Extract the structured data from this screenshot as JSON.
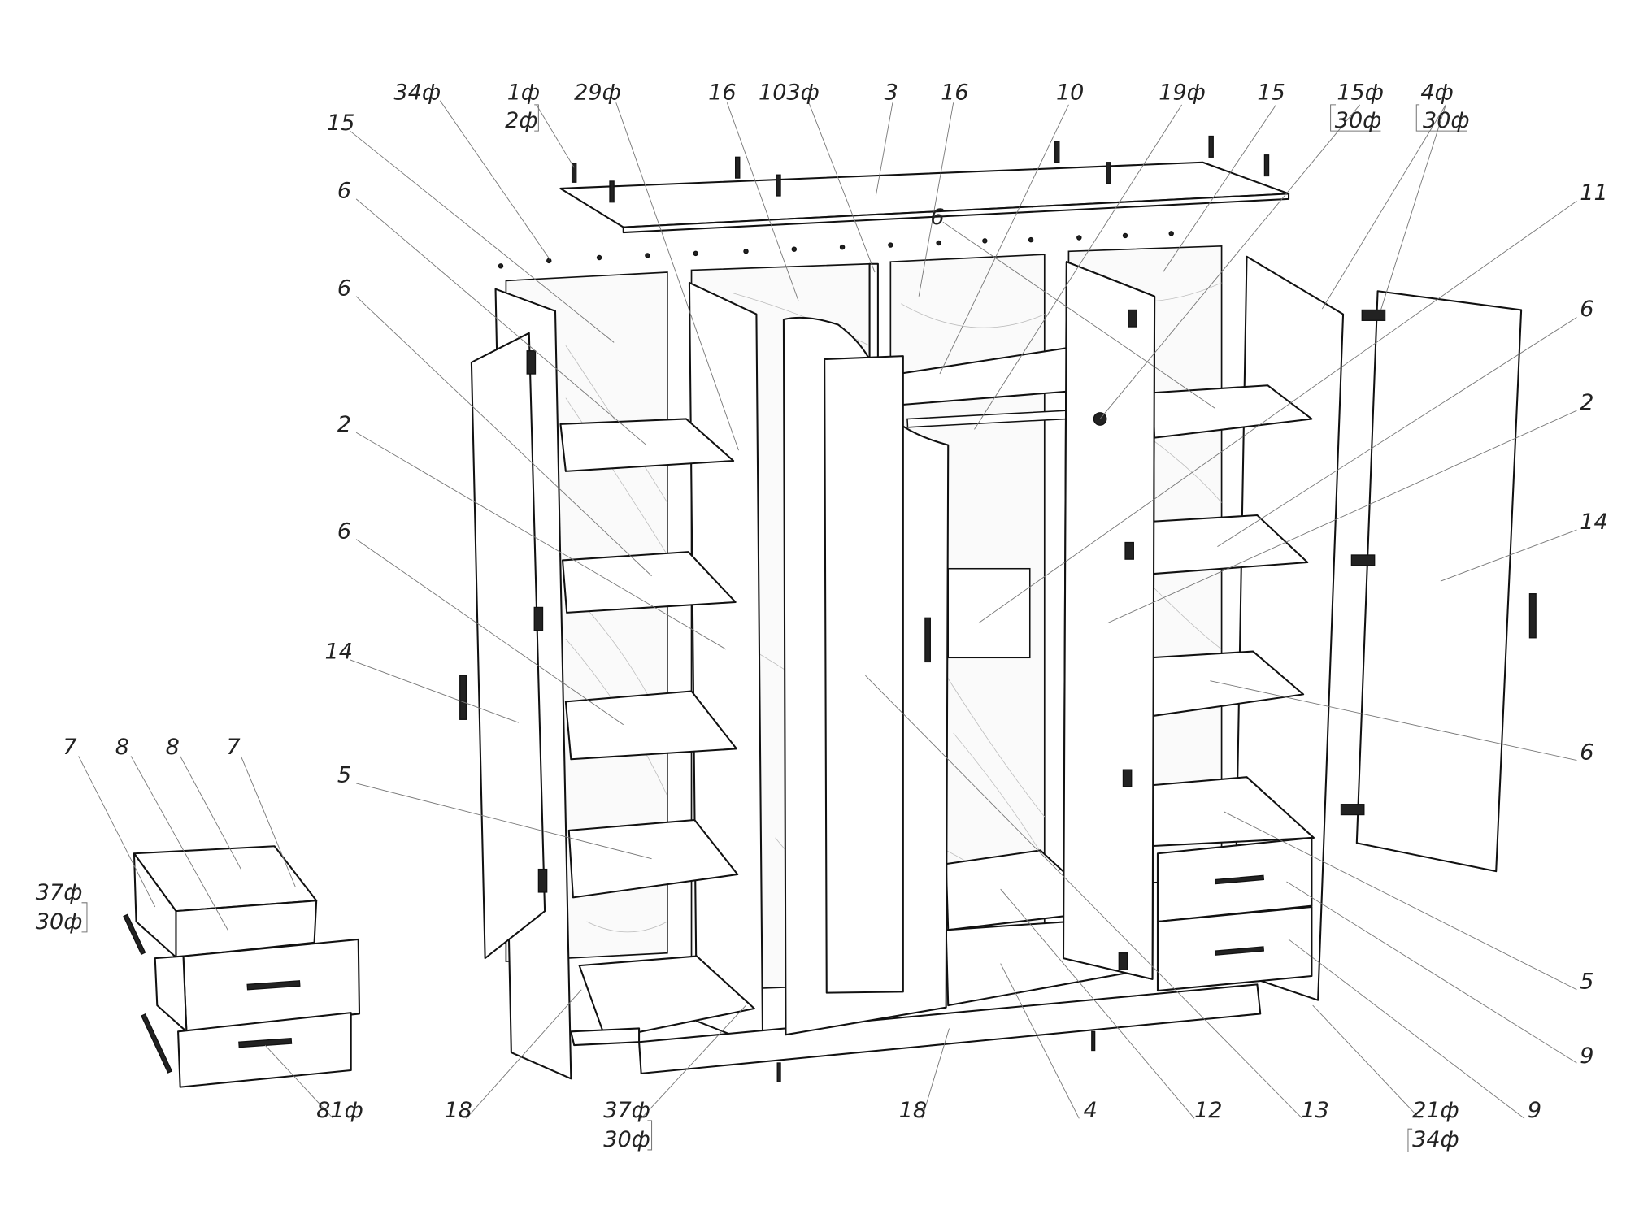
{
  "title": "Wardrobe assembly exploded view",
  "labels": {
    "top": [
      "34ф",
      "1ф",
      "2ф",
      "29ф",
      "16",
      "103ф",
      "3",
      "16",
      "10",
      "19ф",
      "15",
      "15ф",
      "30ф",
      "4ф",
      "30ф"
    ],
    "left": [
      "15",
      "6",
      "6",
      "2",
      "6",
      "14",
      "5",
      "7",
      "8",
      "8",
      "7",
      "37ф",
      "30ф"
    ],
    "right": [
      "11",
      "6",
      "2",
      "14",
      "6",
      "5",
      "9",
      "9"
    ],
    "bottom": [
      "81ф",
      "18",
      "37ф",
      "30ф",
      "18",
      "4",
      "12",
      "13",
      "21ф",
      "34ф"
    ],
    "middle": [
      "6"
    ]
  }
}
